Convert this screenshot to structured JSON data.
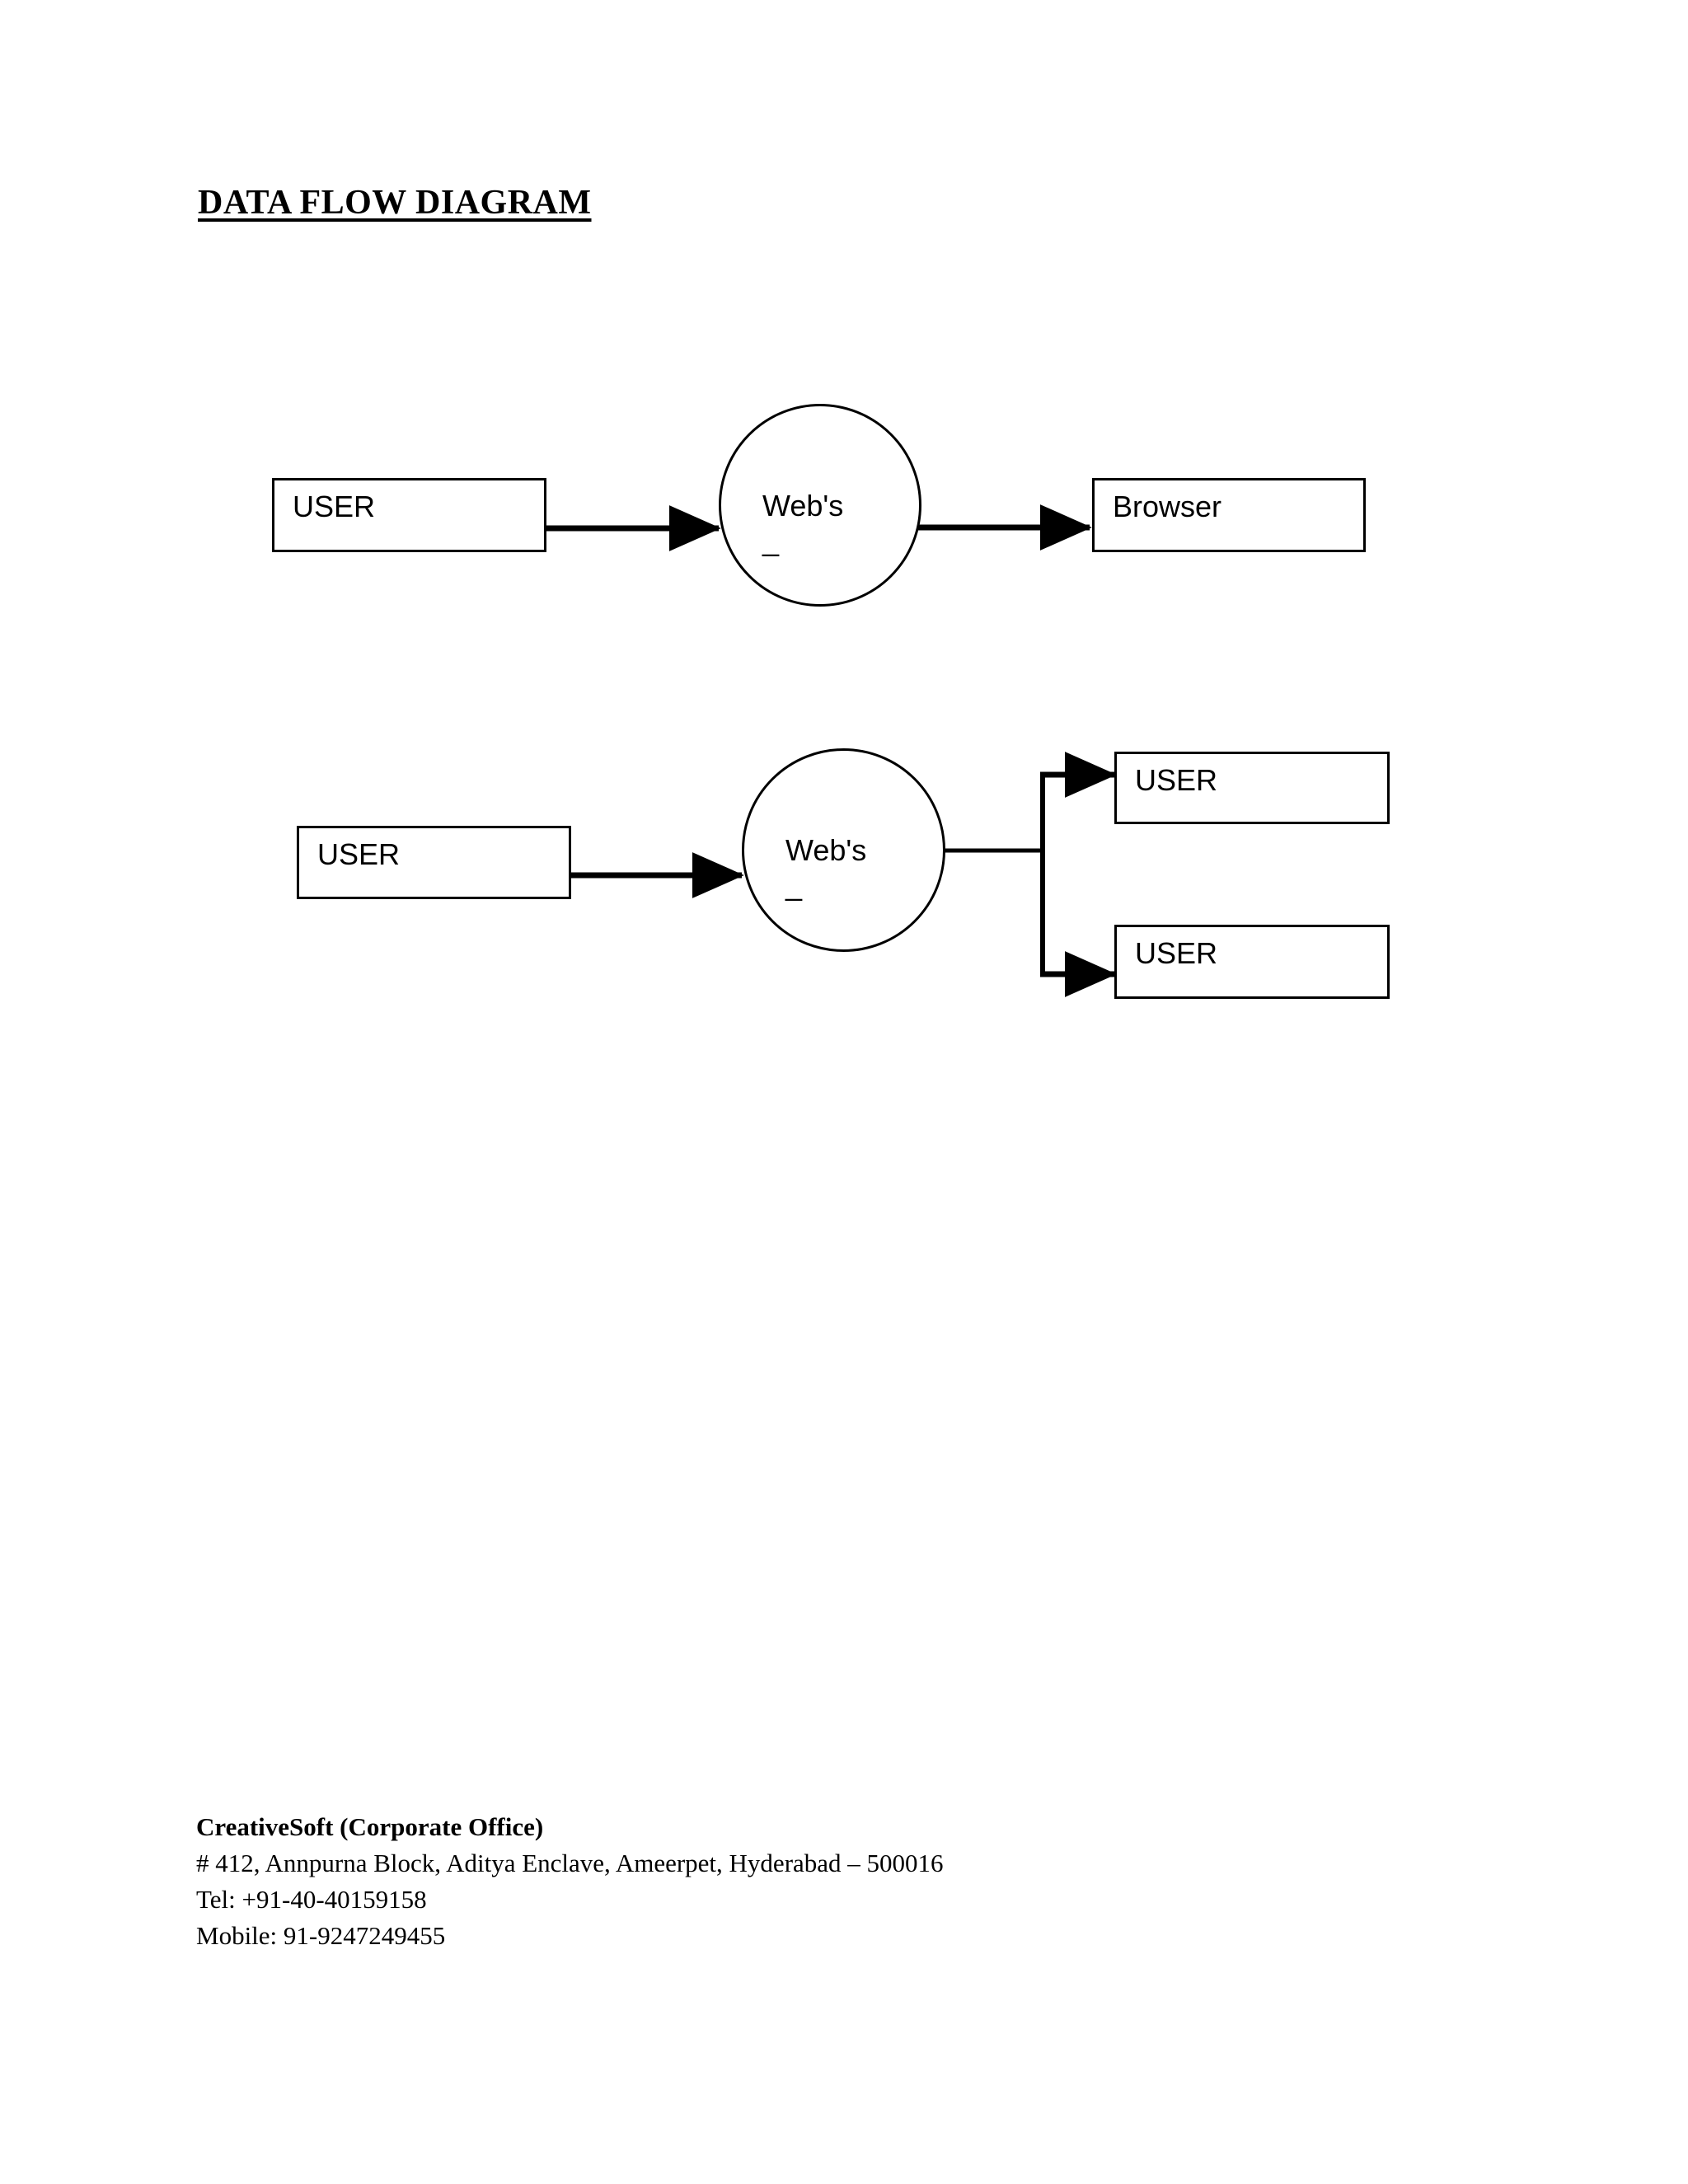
{
  "document": {
    "title": "DATA FLOW DIAGRAM",
    "page_background": "#ffffff",
    "ink_color": "#000000"
  },
  "diagrams": [
    {
      "id": "dfd-level-0",
      "nodes": {
        "source": {
          "label": "USER",
          "shape": "rectangle"
        },
        "process": {
          "label": "Web's",
          "sublabel": "_",
          "shape": "circle"
        },
        "sink": {
          "label": "Browser",
          "shape": "rectangle"
        }
      },
      "flows": [
        {
          "from": "USER",
          "to": "Web's",
          "style": "straight-arrow"
        },
        {
          "from": "Web's",
          "to": "Browser",
          "style": "straight-arrow"
        }
      ]
    },
    {
      "id": "dfd-level-1",
      "nodes": {
        "source": {
          "label": "USER",
          "shape": "rectangle"
        },
        "process": {
          "label": "Web's",
          "sublabel": "_",
          "shape": "circle"
        },
        "sink_top": {
          "label": "USER",
          "shape": "rectangle"
        },
        "sink_bottom": {
          "label": "USER",
          "shape": "rectangle"
        }
      },
      "flows": [
        {
          "from": "USER",
          "to": "Web's",
          "style": "straight-arrow"
        },
        {
          "from": "Web's",
          "to": "USER (top)",
          "style": "branched-arrow"
        },
        {
          "from": "Web's",
          "to": "USER (bottom)",
          "style": "branched-arrow"
        }
      ]
    }
  ],
  "footer": {
    "company": "CreativeSoft (Corporate Office)",
    "address": "# 412, Annpurna Block, Aditya Enclave, Ameerpet, Hyderabad – 500016",
    "tel": "Tel: +91-40-40159158",
    "mobile": "Mobile: 91-9247249455"
  }
}
